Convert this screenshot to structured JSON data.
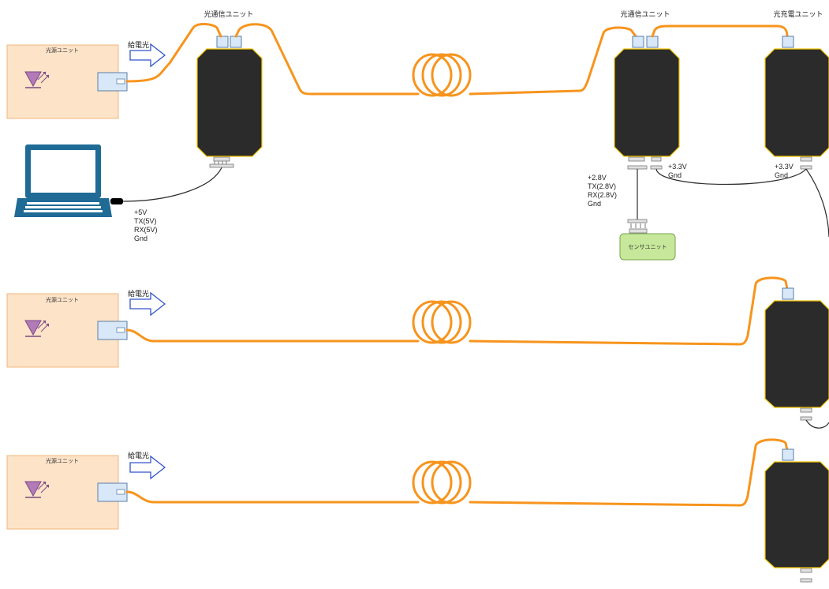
{
  "labels": {
    "source_unit": "光源ユニット",
    "power_light": "給電光",
    "comm_unit": "光通信ユニット",
    "charge_unit": "光充電ユニット",
    "sensor_unit": "センサユニット",
    "pc_signals": [
      "+5V",
      "TX(5V)",
      "RX(5V)",
      "Gnd"
    ],
    "sensor_signals": [
      "+2.8V",
      "TX(2.8V)",
      "RX(2.8V)",
      "Gnd"
    ],
    "comm_power": [
      "+3.3V",
      "Gnd"
    ],
    "charge_power": [
      "+3.3V",
      "Gnd"
    ]
  },
  "icons": {
    "laptop": "laptop-icon",
    "light_emitter": "light-emitter-icon",
    "fiber_coil": "fiber-coil-icon",
    "arrow": "arrow-right-icon"
  },
  "colors": {
    "fiber": "#f7941d",
    "source_fill": "#fde3c8",
    "source_stroke": "#f0b77d",
    "device": "#2b2b2b",
    "device_border": "#f2c200",
    "connector": "#d8e8f8",
    "arrow_stroke": "#3355cc",
    "sensor_fill": "#c7e89a",
    "laptop": "#1f6b96"
  }
}
